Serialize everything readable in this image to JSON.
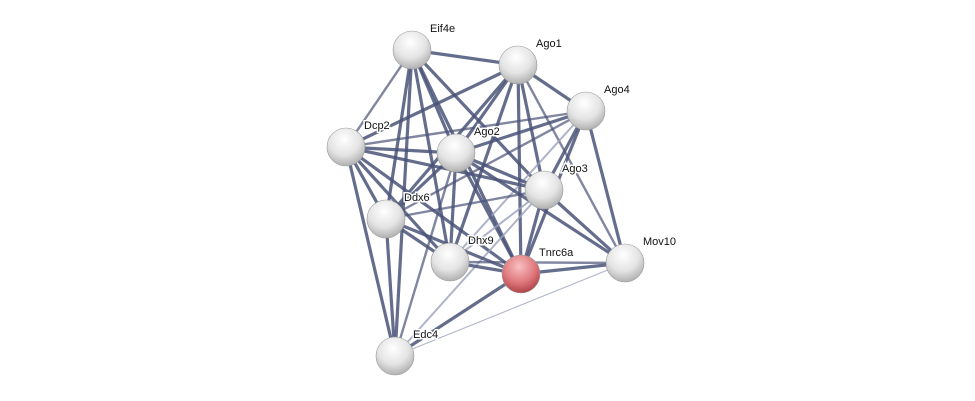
{
  "network": {
    "query_protein": "Tnrc6a",
    "colors": {
      "edge": "#4a5378",
      "edge_light": "#9aa0bd",
      "node": "#e6e6e6",
      "query_node": "#e07a7e"
    },
    "nodes": [
      "Eif4e",
      "Ago1",
      "Ago4",
      "Dcp2",
      "Ago2",
      "Ago3",
      "Ddx6",
      "Dhx9",
      "Tnrc6a",
      "Mov10",
      "Edc4"
    ],
    "edges": [
      [
        "Eif4e",
        "Ago1",
        "strong"
      ],
      [
        "Eif4e",
        "Dcp2",
        "medium"
      ],
      [
        "Eif4e",
        "Ago2",
        "strong"
      ],
      [
        "Eif4e",
        "Ago3",
        "strong"
      ],
      [
        "Eif4e",
        "Ddx6",
        "strong"
      ],
      [
        "Eif4e",
        "Dhx9",
        "strong"
      ],
      [
        "Eif4e",
        "Tnrc6a",
        "strong"
      ],
      [
        "Eif4e",
        "Edc4",
        "strong"
      ],
      [
        "Ago1",
        "Ago4",
        "strong"
      ],
      [
        "Ago1",
        "Dcp2",
        "strong"
      ],
      [
        "Ago1",
        "Ago2",
        "strong"
      ],
      [
        "Ago1",
        "Ago3",
        "strong"
      ],
      [
        "Ago1",
        "Ddx6",
        "strong"
      ],
      [
        "Ago1",
        "Dhx9",
        "strong"
      ],
      [
        "Ago1",
        "Tnrc6a",
        "strong"
      ],
      [
        "Ago1",
        "Mov10",
        "medium"
      ],
      [
        "Ago4",
        "Dcp2",
        "medium"
      ],
      [
        "Ago4",
        "Ago2",
        "strong"
      ],
      [
        "Ago4",
        "Ago3",
        "strong"
      ],
      [
        "Ago4",
        "Ddx6",
        "medium"
      ],
      [
        "Ago4",
        "Dhx9",
        "light"
      ],
      [
        "Ago4",
        "Tnrc6a",
        "strong"
      ],
      [
        "Ago4",
        "Mov10",
        "strong"
      ],
      [
        "Dcp2",
        "Ago2",
        "strong"
      ],
      [
        "Dcp2",
        "Ago3",
        "strong"
      ],
      [
        "Dcp2",
        "Ddx6",
        "strong"
      ],
      [
        "Dcp2",
        "Dhx9",
        "strong"
      ],
      [
        "Dcp2",
        "Tnrc6a",
        "strong"
      ],
      [
        "Dcp2",
        "Edc4",
        "strong"
      ],
      [
        "Ago2",
        "Ago3",
        "strong"
      ],
      [
        "Ago2",
        "Ddx6",
        "strong"
      ],
      [
        "Ago2",
        "Dhx9",
        "strong"
      ],
      [
        "Ago2",
        "Tnrc6a",
        "strong"
      ],
      [
        "Ago2",
        "Mov10",
        "strong"
      ],
      [
        "Ago2",
        "Edc4",
        "medium"
      ],
      [
        "Ago3",
        "Ddx6",
        "medium"
      ],
      [
        "Ago3",
        "Dhx9",
        "light"
      ],
      [
        "Ago3",
        "Tnrc6a",
        "strong"
      ],
      [
        "Ago3",
        "Mov10",
        "strong"
      ],
      [
        "Ago3",
        "Edc4",
        "light"
      ],
      [
        "Ddx6",
        "Dhx9",
        "strong"
      ],
      [
        "Ddx6",
        "Tnrc6a",
        "strong"
      ],
      [
        "Ddx6",
        "Edc4",
        "strong"
      ],
      [
        "Dhx9",
        "Tnrc6a",
        "strong"
      ],
      [
        "Dhx9",
        "Mov10",
        "medium"
      ],
      [
        "Tnrc6a",
        "Mov10",
        "strong"
      ],
      [
        "Tnrc6a",
        "Edc4",
        "strong"
      ],
      [
        "Edc4",
        "Mov10",
        "faint"
      ]
    ]
  }
}
